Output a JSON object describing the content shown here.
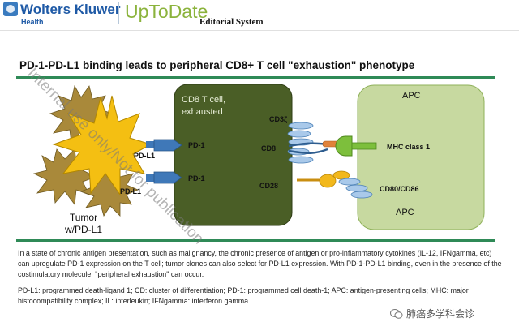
{
  "header": {
    "brand": "Wolters Kluwer",
    "brand_sub": "Health",
    "product": "UpToDate",
    "system": "Editorial System"
  },
  "figure": {
    "title": "PD-1-PD-L1 binding leads to peripheral CD8+ T cell \"exhaustion\" phenotype",
    "tcell_label_line1": "CD8 T cell,",
    "tcell_label_line2": "exhausted",
    "tumor_label_line1": "Tumor",
    "tumor_label_line2": "w/PD-L1",
    "pdl1_top": "PD-L1",
    "pdl1_bottom": "PD-L1",
    "pd1_top": "PD-1",
    "pd1_bottom": "PD-1",
    "cd3z": "CD3ζ",
    "cd8": "CD8",
    "cd28": "CD28",
    "apc_top": "APC",
    "apc_bottom": "APC",
    "mhc": "MHC class 1",
    "cd80": "CD80/CD86",
    "colors": {
      "tcell": "#4a5e26",
      "apc": "#c7d9a0",
      "receptor_blue": "#3f78b8",
      "mhc_green": "#7dbf3c",
      "costim_yellow": "#f2b81c",
      "tumor_gold": "#f4bf12",
      "tumor_brown": "#a9893a",
      "rule_green": "#2f8a57"
    }
  },
  "caption": "In a state of chronic antigen presentation, such as malignancy, the chronic presence of antigen or pro-inflammatory cytokines (IL-12, IFNgamma, etc) can upregulate PD-1 expression on the T cell; tumor clones can also select for PD-L1 expression. With PD-1-PD-L1 binding, even in the presence of the costimulatory molecule, \"peripheral exhaustion\" can occur.",
  "abbreviations": "PD-L1: programmed death-ligand 1; CD: cluster of differentiation; PD-1: programmed cell death-1; APC: antigen-presenting cells; MHC: major histocompatibility complex; IL: interleukin; IFNgamma: interferon gamma.",
  "watermark": "Internal use only/Not for publication",
  "badge": "肺癌多学科会诊"
}
